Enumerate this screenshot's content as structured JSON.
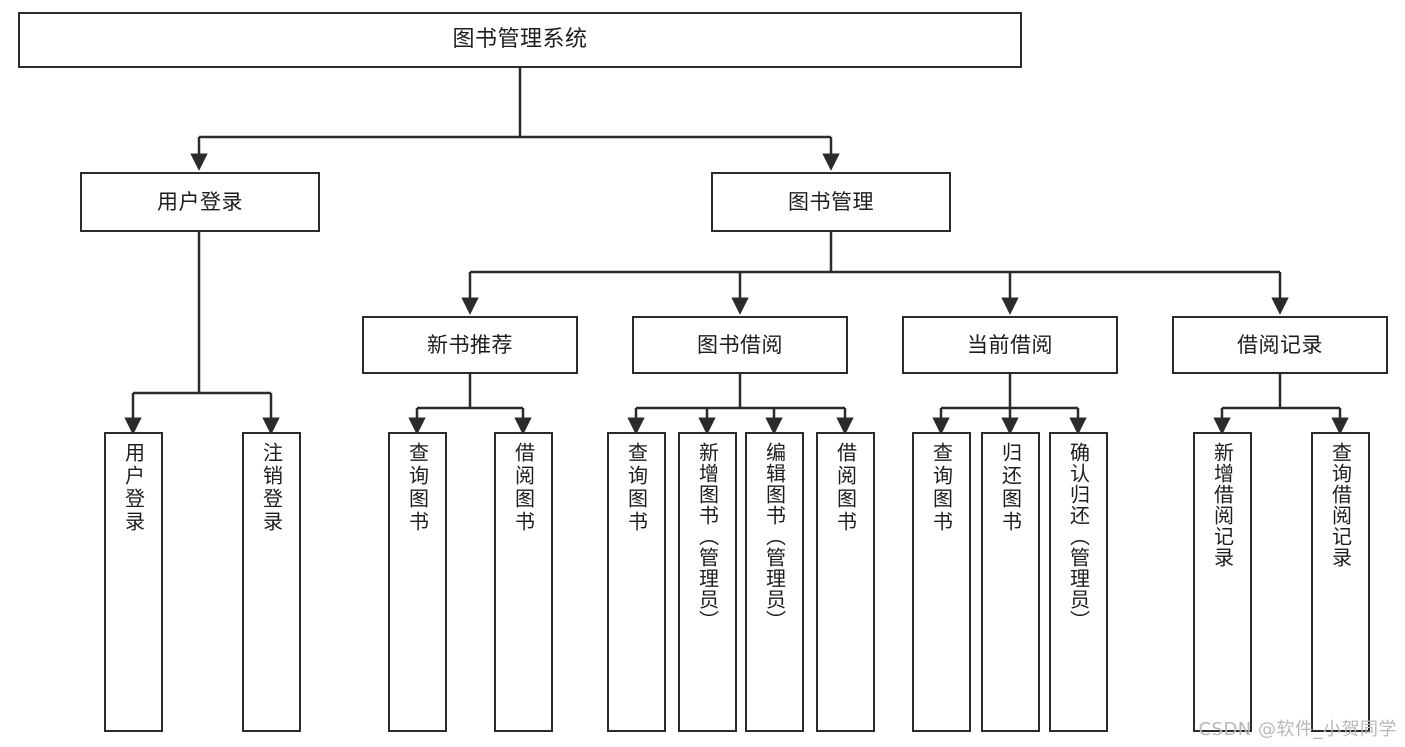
{
  "diagram": {
    "title": "图书管理系统",
    "type": "tree",
    "watermark": "CSDN @软件_小贺同学",
    "colors": {
      "stroke": "#2b2b2b",
      "fill": "#ffffff",
      "text": "#1d1d1d",
      "watermark": "#b8b8b8"
    },
    "levels": {
      "root": {
        "label": "图书管理系统"
      },
      "level2": [
        {
          "label": "用户登录"
        },
        {
          "label": "图书管理"
        }
      ],
      "level3": [
        {
          "label": "新书推荐"
        },
        {
          "label": "图书借阅"
        },
        {
          "label": "当前借阅"
        },
        {
          "label": "借阅记录"
        }
      ],
      "leaves": [
        {
          "label": "用户登录",
          "parent": "用户登录"
        },
        {
          "label": "注销登录",
          "parent": "用户登录"
        },
        {
          "label": "查询图书",
          "parent": "新书推荐"
        },
        {
          "label": "借阅图书",
          "parent": "新书推荐"
        },
        {
          "label": "查询图书",
          "parent": "图书借阅"
        },
        {
          "label": "新增图书（管理员）",
          "parent": "图书借阅"
        },
        {
          "label": "编辑图书（管理员）",
          "parent": "图书借阅"
        },
        {
          "label": "借阅图书",
          "parent": "图书借阅"
        },
        {
          "label": "查询图书",
          "parent": "当前借阅"
        },
        {
          "label": "归还图书",
          "parent": "当前借阅"
        },
        {
          "label": "确认归还（管理员）",
          "parent": "当前借阅"
        },
        {
          "label": "新增借阅记录",
          "parent": "借阅记录"
        },
        {
          "label": "查询借阅记录",
          "parent": "借阅记录"
        }
      ]
    }
  }
}
